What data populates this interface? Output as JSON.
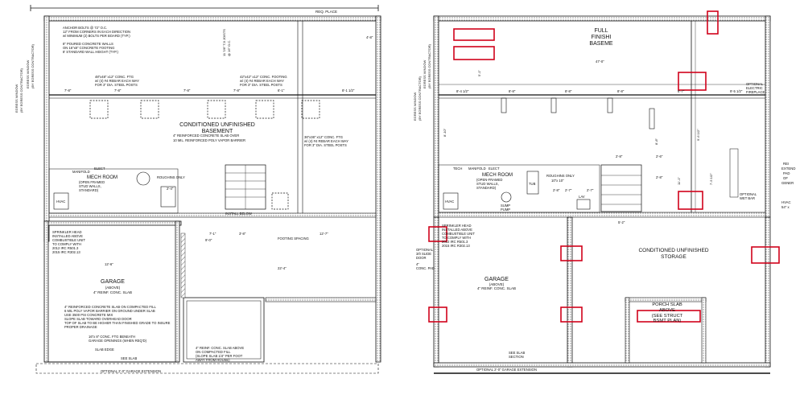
{
  "left_plan": {
    "labels": {
      "top_center": "REQ. PLACE",
      "anchor_note_1": "ANCHOR BOLTS @ 72\" O.C.",
      "anchor_note_2": "12\" FROM CORNERS IN EACH DIRECTION",
      "anchor_note_3": "w/ MINIMUM (2) BOLTS PER BOARD (TYP.)",
      "wall_note_1": "8\" POURED CONCRETE WALLS",
      "wall_note_2": "ON 16\"x8\" CONCRETE FOOTING",
      "wall_note_3": "8' STANDARD WALL HEIGHT (TYP.)",
      "left_vertical_1": "EGRESS WINDOW",
      "left_vertical_2": "(BY EGRESS CONTRACTOR)",
      "left_vertical_3": "EGRESS WINDOW",
      "left_vertical_4": "(BY EGRESS CONTRACTOR)",
      "ftg_1": "48\"x48\" x12\" CONC. FTG",
      "ftg_1b": "w/ (4) #4 REBAR EACH WAY",
      "ftg_1c": "FOR 3\" DIA. STEEL POSTS",
      "ftg_2": "42\"x42\" x12\" CONC. FOOTING",
      "ftg_2b": "w/ (4) #4 REBAR EACH WAY",
      "ftg_2c": "FOR 3\" DIA. STEEL POSTS",
      "ftg_3": "36\"x36\" x12\" CONC. FTG",
      "ftg_3b": "w/ (4) #4 REBAR EACH WAY",
      "ftg_3c": "FOR 3\" DIA. STEEL POSTS",
      "joist_1": "11 7/8\" TJI JOISTS",
      "joist_1b": "@ 16\" O.C.",
      "room_1": "CONDITIONED UNFINISHED",
      "room_1b": "BASEMENT",
      "slab_note_1": "4\" REINFORCED CONCRETE SLAB OVER",
      "slab_note_2": "10 MIL. REINFORCED POLY VAPOR BARRIER",
      "mech_room": "MECH ROOM",
      "open_framed": "(OPEN FRAMED",
      "open_framed_b": "STUD WALLS,",
      "open_framed_c": "STANDARD)",
      "elect": "ELECT",
      "manifold": "MANIFOLD",
      "hvac": "HVAC",
      "sprinkler_1": "SPRINKLER HEAD",
      "sprinkler_2": "INSTALLED ABOVE",
      "sprinkler_3": "COMBUSTIBLE UNIT",
      "sprinkler_4": "TO COMPLY WITH",
      "sprinkler_5": "2012 IRC R501.3",
      "sprinkler_6": "2015 IRC R302.13",
      "roughins": "ROUGHINS ONLY",
      "garage": "GARAGE",
      "garage_above": "(ABOVE)",
      "garage_slab": "4\" REINF. CONC. SLAB",
      "garage_note_1": "4\" REINFORCED CONCRETE SLAB ON COMPACTED FILL",
      "garage_note_2": "6 MIL POLY VAPOR BARRIER ON GROUND UNDER SLAB",
      "garage_note_3": "USE 3500 PSI CONCRETE MIX",
      "garage_note_4": "SLOPE SLAB TOWARD OVERHEAD DOOR",
      "garage_note_5": "TOP OF SLAB TO BE HIGHER THAN FINISHED GRADE TO INSURE",
      "garage_note_6": "PROPER DRAINAGE",
      "footing_below": "16\"x 8\" CONC. FTG BENEATH",
      "footing_below_b": "GARAGE OPENINGS (WHEN REQ'D)",
      "slab_edge": "SLAB EDGE",
      "porch_note_1": "4\" REINF. CONC. SLAB ABOVE",
      "porch_note_2": "ON COMPACTED FILL",
      "porch_note_3": "(SLOPE SLAB 1/4\" PER FOOT",
      "porch_note_4": "AWAY FROM HOUSE)",
      "see_slab": "SEE SLAB",
      "optional_ext": "OPTIONAL 2'-0\" GARAGE EXTENSION",
      "install_below": "INSTALL BELOW",
      "footing_spacing": "FOOTING SPACING",
      "dim_1": "7'-8\"",
      "dim_2": "7'-8\"",
      "dim_3": "7'-8\"",
      "dim_4": "7'-8\"",
      "dim_5": "6'-1\"",
      "dim_6": "8'-1 1/2\"",
      "dim_7": "12'-6\"",
      "dim_8": "22'-4\"",
      "dim_9": "9'-0\"",
      "dim_10": "4'-8\"",
      "dim_11": "2'-4\"",
      "dim_12": "7'-1\"",
      "dim_13": "3'-8\"",
      "dim_14": "12'-7\""
    }
  },
  "right_plan": {
    "labels": {
      "full_1": "FULL",
      "full_2": "FINISHI",
      "full_3": "BASEME",
      "dim_top": "47'-0\"",
      "egress_1": "EGRESS WINDOW",
      "egress_2": "(BY EGRESS CONTRACTOR)",
      "egress_3": "EGRESS WINDOW",
      "egress_4": "(BY EGRESS CONTRACTOR)",
      "optional_fireplace_1": "OPTIONAL",
      "optional_fireplace_2": "ELECTRIC",
      "optional_fireplace_3": "FIREPLACE",
      "mech_room": "MECH ROOM",
      "open_framed": "(OPEN-FRAMED",
      "open_framed_b": "STUD WALLS,",
      "open_framed_c": "STANDARD)",
      "tech": "TECH",
      "manifold": "MANIFOLD",
      "elect": "ELECT",
      "hvac": "HVAC",
      "sump": "SUMP",
      "pump": "PUMP",
      "tub": "TUB",
      "roughins": "ROUGHINS ONLY",
      "roughins_b": "10\"x 10\"",
      "lav": "LAV",
      "optional_wet_bar_1": "OPTIONAL",
      "optional_wet_bar_2": "WET BAR",
      "sprinkler_1": "SPRINKLER HEAD",
      "sprinkler_2": "INSTALLED ABOVE",
      "sprinkler_3": "COMBUSTIBLE UNIT",
      "sprinkler_4": "TO COMPLY WITH",
      "sprinkler_5": "2012 IRC R501.3",
      "sprinkler_6": "2015 IRC R302.13",
      "storage_1": "CONDITIONED UNFINISHED",
      "storage_2": "STORAGE",
      "optional_door_1": "OPTIONAL",
      "optional_door_2": "3/0 SLIDE",
      "optional_door_3": "DOOR",
      "optional_door_4": "4\"",
      "optional_door_5": "CONC. PAD",
      "garage": "GARAGE",
      "garage_above": "(ABOVE)",
      "garage_slab": "4\" REINF. CONC. SLAB",
      "porch_1": "PORCH SLAB",
      "porch_2": "ABOVE",
      "porch_3": "(SEE STRUCT",
      "porch_4": "BSMT PLAN)",
      "see_slab": "SEE SLAB",
      "section": "SECTION",
      "optional_ext": "OPTIONAL 2'-0\" GARAGE EXTENSION",
      "dim_a": "8'-4 1/2\"",
      "dim_b": "8'-8\"",
      "dim_c": "8'-8\"",
      "dim_d": "8'-8\"",
      "dim_e": "8'-7\"",
      "dim_f": "9'-5 1/2\"",
      "dim_g": "8'-10\"",
      "dim_h": "2'-8\"",
      "dim_i": "5'-1\"",
      "dim_j": "2'-7\"",
      "dim_k": "2'-8\"",
      "dim_l": "2'-7\"",
      "dim_m": "5'-2\"",
      "dim_n": "8'-8\"",
      "dim_o": "9'-6 1/2\"",
      "dim_p": "7'-5 1/2\"",
      "dim_q": "11'-1\"",
      "dim_r": "2'-6\"",
      "dim_s": "2'-8\"",
      "right_edge_1": "REI",
      "right_edge_2": "EXTEND",
      "right_edge_3": "PAD",
      "right_edge_4": "OF",
      "right_edge_5": "GENER",
      "right_edge_6": "HVAC",
      "right_edge_7": "54\" x"
    }
  },
  "colors": {
    "line": "#111111",
    "highlight": "#d0021b",
    "fill_hatch": "#9a9a9a"
  }
}
